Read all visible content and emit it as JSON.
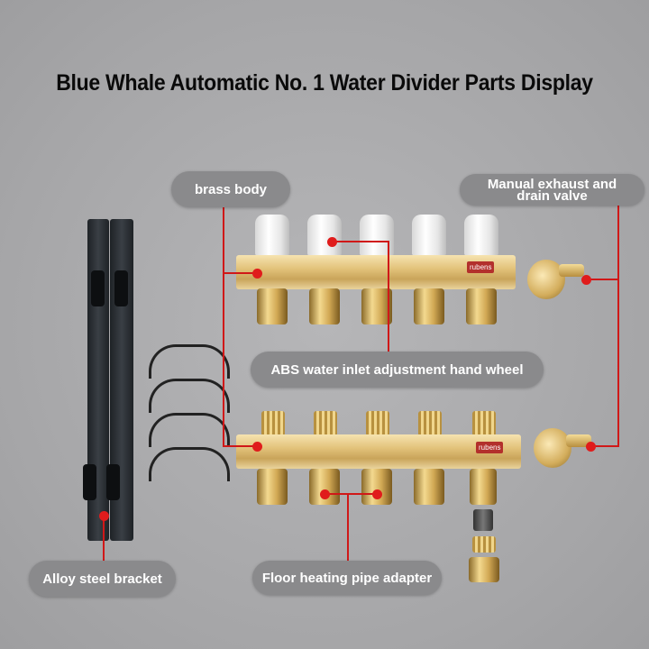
{
  "title": "Blue Whale Automatic No. 1 Water Divider Parts Display",
  "labels": {
    "brass_body": "brass body",
    "exhaust_valve_line1": "Manual exhaust and",
    "exhaust_valve_line2": "drain valve",
    "abs_wheel": "ABS water inlet adjustment hand wheel",
    "bracket": "Alloy steel bracket",
    "adapter": "Floor heating pipe adapter"
  },
  "brand_logo": "rubens",
  "colors": {
    "leader_line": "#d01818",
    "label_bg": "#8a8a8c",
    "background": "#a8a8aa"
  }
}
